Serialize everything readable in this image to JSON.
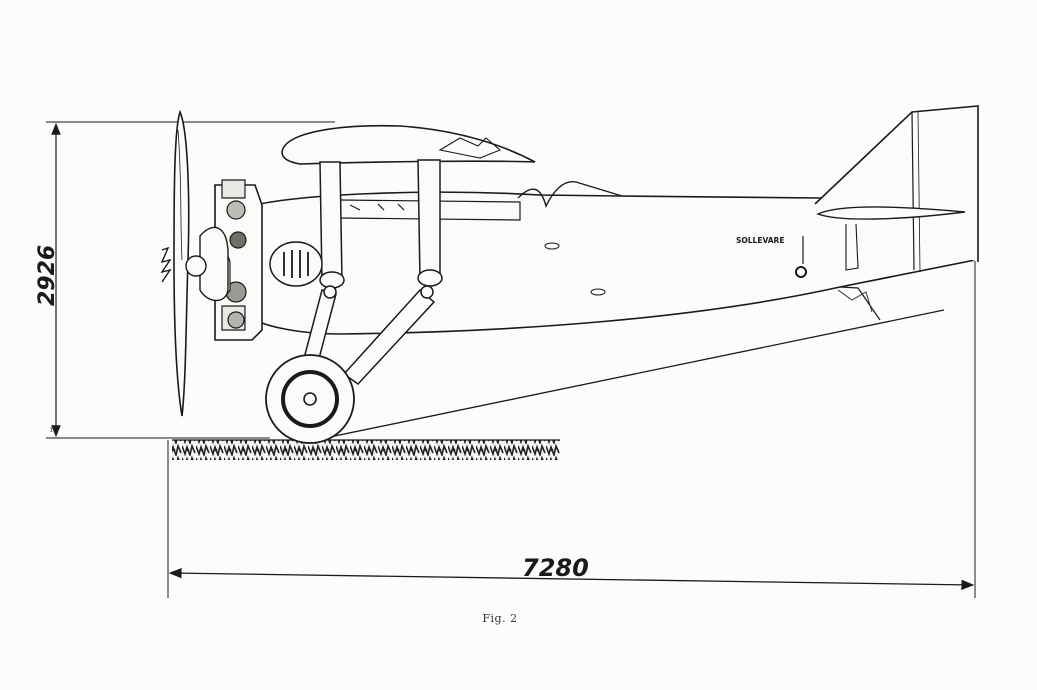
{
  "figure": {
    "caption": "Fig. 2",
    "dimensions": {
      "height_label": "2926",
      "length_label": "7280"
    },
    "annotation": "SOLLEVARE"
  }
}
